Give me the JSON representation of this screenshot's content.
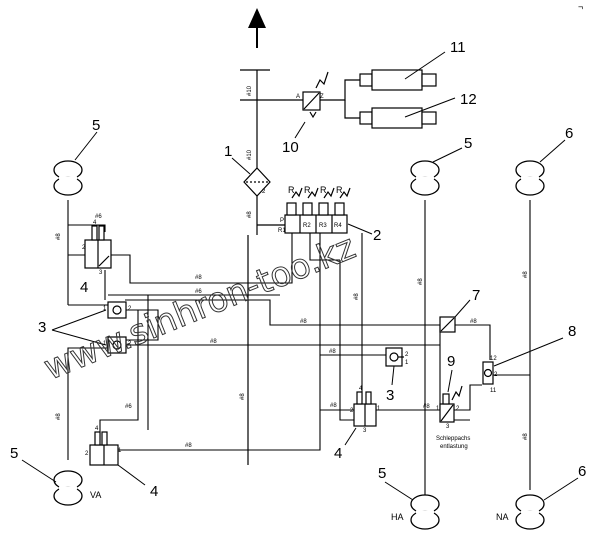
{
  "colors": {
    "ink": "#000000",
    "paper": "#ffffff",
    "watermark": "#333333"
  },
  "corner_mark": "¬",
  "callouts": {
    "n1": "1",
    "n2": "2",
    "n3a": "3",
    "n3b": "3",
    "n4a": "4",
    "n4b": "4",
    "n4c": "4",
    "n5a": "5",
    "n5b": "5",
    "n5c": "5",
    "n5d": "5",
    "n6a": "6",
    "n6b": "6",
    "n7": "7",
    "n8": "8",
    "n9": "9",
    "n10": "10",
    "n11": "11",
    "n12": "12"
  },
  "axle_labels": {
    "va": "VA",
    "ha": "HA",
    "na": "NA"
  },
  "pipe_labels": {
    "p10a": "#10",
    "p10b": "#10",
    "p8": "#8",
    "p6": "#6"
  },
  "port_labels": {
    "p1": "1",
    "p2": "2",
    "p3": "3",
    "p4": "4",
    "p11": "11",
    "p12": "12",
    "a": "A",
    "z": "Z",
    "p": "P",
    "r": "R",
    "r1": "R1",
    "r2": "R2",
    "r3": "R3",
    "r4": "R4"
  },
  "note": {
    "line1": "Schleppachs",
    "line2": "entlastung"
  },
  "watermark": "www.sinhron-too.kz",
  "icons": {
    "flow": "arrow-up-icon",
    "bellows": "air-spring-icon",
    "valve": "valve-icon",
    "solenoid": "solenoid-icon"
  }
}
